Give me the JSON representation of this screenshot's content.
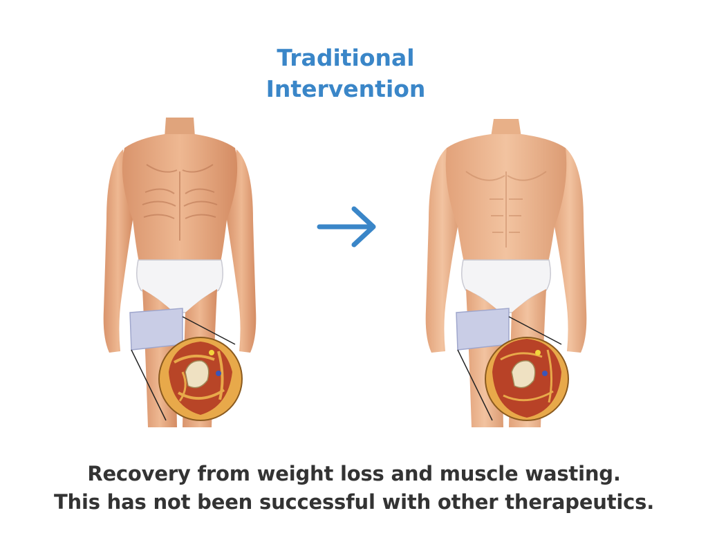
{
  "header": {
    "title_line1": "Traditional",
    "title_line2": "Intervention"
  },
  "figures": [
    {
      "state": "before",
      "icon": "wasted-body-figure"
    },
    {
      "state": "after",
      "icon": "recovered-body-figure"
    }
  ],
  "arrow": {
    "icon": "right-arrow-icon",
    "color": "#3a86c8"
  },
  "caption": {
    "line1": "Recovery from weight loss and muscle wasting.",
    "line2": "This has not been successful with other therapeutics."
  },
  "colors": {
    "title": "#3a86c8",
    "caption": "#333333",
    "skin": "#e9b08b",
    "muscle": "#b33a24",
    "fat": "#e8a94a",
    "bone": "#efe1c2"
  }
}
